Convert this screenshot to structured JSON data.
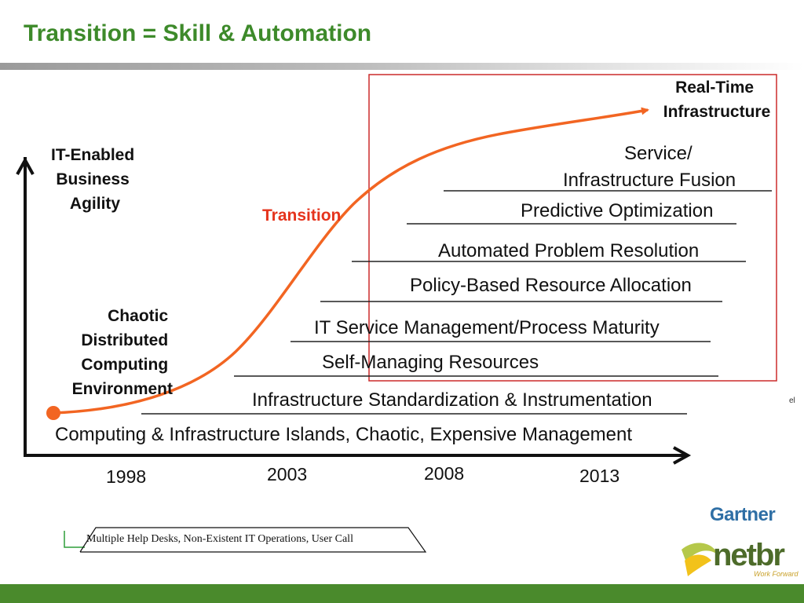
{
  "title": "Transition = Skill & Automation",
  "y_axis_label": [
    "IT-Enabled",
    "Business",
    "Agility"
  ],
  "start_label": [
    "Chaotic",
    "Distributed",
    "Computing",
    "Environment"
  ],
  "end_label": [
    "Real-Time",
    "Infrastructure"
  ],
  "curve_label": "Transition",
  "years": [
    "1998",
    "2003",
    "2008",
    "2013"
  ],
  "steps": [
    "Computing & Infrastructure Islands, Chaotic, Expensive Management",
    "Infrastructure Standardization & Instrumentation",
    "Self-Managing Resources",
    "IT Service Management/Process Maturity",
    "Policy-Based Resource Allocation",
    "Automated Problem Resolution",
    "Predictive Optimization",
    "Service/",
    "Infrastructure Fusion"
  ],
  "clipped_text": "Multiple Help Desks, Non-Existent IT Operations, User Call",
  "stray_text": "el",
  "brand": {
    "gartner": "Gartner",
    "netbr": "netbr",
    "netbr_tagline": "Work Forward"
  },
  "colors": {
    "title": "#3d8a2a",
    "curve": "#f26522",
    "transition_label": "#e5331c",
    "highlight_box": "#cc2a2a",
    "bottom_bar": "#4a8a2c",
    "gartner": "#2f6fa5"
  }
}
